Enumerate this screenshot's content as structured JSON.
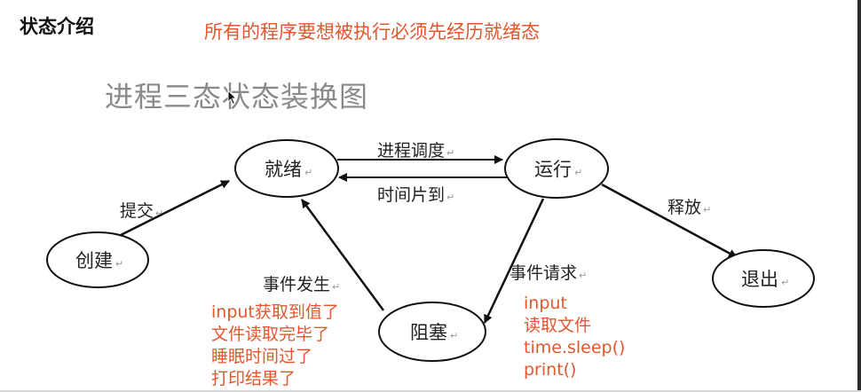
{
  "header": {
    "section_title": "状态介绍",
    "note": "所有的程序要想被执行必须先经历就绪态"
  },
  "diagram": {
    "title": "进程三态状态装换图",
    "states": {
      "ready": "就绪",
      "running": "运行",
      "created": "创建",
      "blocked": "阻塞",
      "exit": "退出"
    },
    "edges": {
      "submit": "提交",
      "schedule": "进程调度",
      "timeslice": "时间片到",
      "release": "释放",
      "event_request": "事件请求",
      "event_occur": "事件发生"
    },
    "para_mark": "↵"
  },
  "annotations": {
    "blocked_causes": [
      "input",
      "读取文件",
      "time.sleep()",
      "print()"
    ],
    "wake_causes": [
      "input获取到值了",
      "文件读取完毕了",
      "睡眠时间过了",
      "打印结果了"
    ]
  },
  "colors": {
    "accent": "#e4572e",
    "title_gray": "#8a8a8a",
    "line": "#111111"
  },
  "icons": [
    "mouse-cursor-icon"
  ]
}
